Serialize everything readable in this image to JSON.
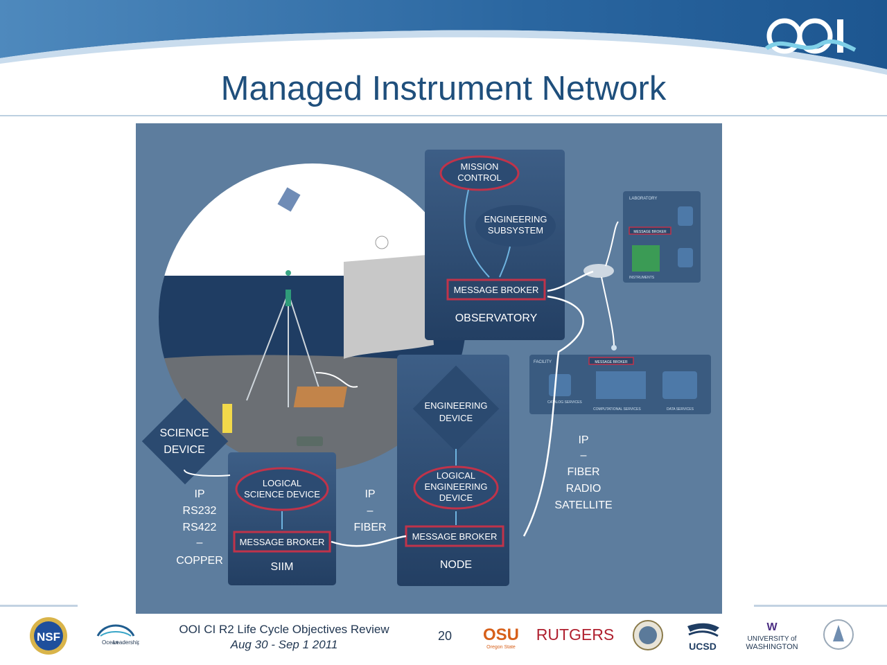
{
  "slide": {
    "title": "Managed Instrument Network",
    "page_number": "20",
    "footer_line1": "OOI CI R2 Life Cycle Objectives Review",
    "footer_line2": "Aug 30 - Sep 1 2011"
  },
  "brand": {
    "logo_text": "OOI"
  },
  "colors": {
    "title": "#1f4f7c",
    "diagram_bg": "#5d7d9e",
    "panel": "#2f4d72",
    "broker_border": "#c0334a",
    "top_band": "#2d6aa0"
  },
  "diagram": {
    "mission_control_l1": "MISSION",
    "mission_control_l2": "CONTROL",
    "engineering_subsystem_l1": "ENGINEERING",
    "engineering_subsystem_l2": "SUBSYSTEM",
    "observatory_broker": "MESSAGE BROKER",
    "observatory_label": "OBSERVATORY",
    "lab_label": "LABORATORY",
    "lab_broker": "MESSAGE BROKER",
    "lab_instruments": "INSTRUMENTS",
    "facility_label": "FACILITY",
    "facility_broker": "MESSAGE BROKER",
    "facility_catalog": "CATALOG SERVICES",
    "facility_computational": "COMPUTATIONAL SERVICES",
    "facility_data": "DATA SERVICES",
    "engineering_device_l1": "ENGINEERING",
    "engineering_device_l2": "DEVICE",
    "logical_eng_l1": "LOGICAL",
    "logical_eng_l2": "ENGINEERING",
    "logical_eng_l3": "DEVICE",
    "node_broker": "MESSAGE BROKER",
    "node_label": "NODE",
    "science_device_l1": "SCIENCE",
    "science_device_l2": "DEVICE",
    "logical_sci_l1": "LOGICAL",
    "logical_sci_l2": "SCIENCE DEVICE",
    "siim_broker": "MESSAGE BROKER",
    "siim_label": "SIIM",
    "link_copper": [
      "IP",
      "RS232",
      "RS422",
      "–",
      "COPPER"
    ],
    "link_fiber": [
      "IP",
      "–",
      "FIBER"
    ],
    "link_wan": [
      "IP",
      "–",
      "FIBER",
      "RADIO",
      "SATELLITE"
    ]
  },
  "footer_logos": {
    "nsf": "NSF",
    "ocean_leadership_l1": "Ocean",
    "ocean_leadership_l2": "Leadership",
    "osu_l1": "OSU",
    "osu_l2": "Oregon State",
    "rutgers": "RUTGERS",
    "ucsd": "UCSD",
    "uw_l1": "W",
    "uw_l2": "UNIVERSITY of",
    "uw_l3": "WASHINGTON"
  }
}
